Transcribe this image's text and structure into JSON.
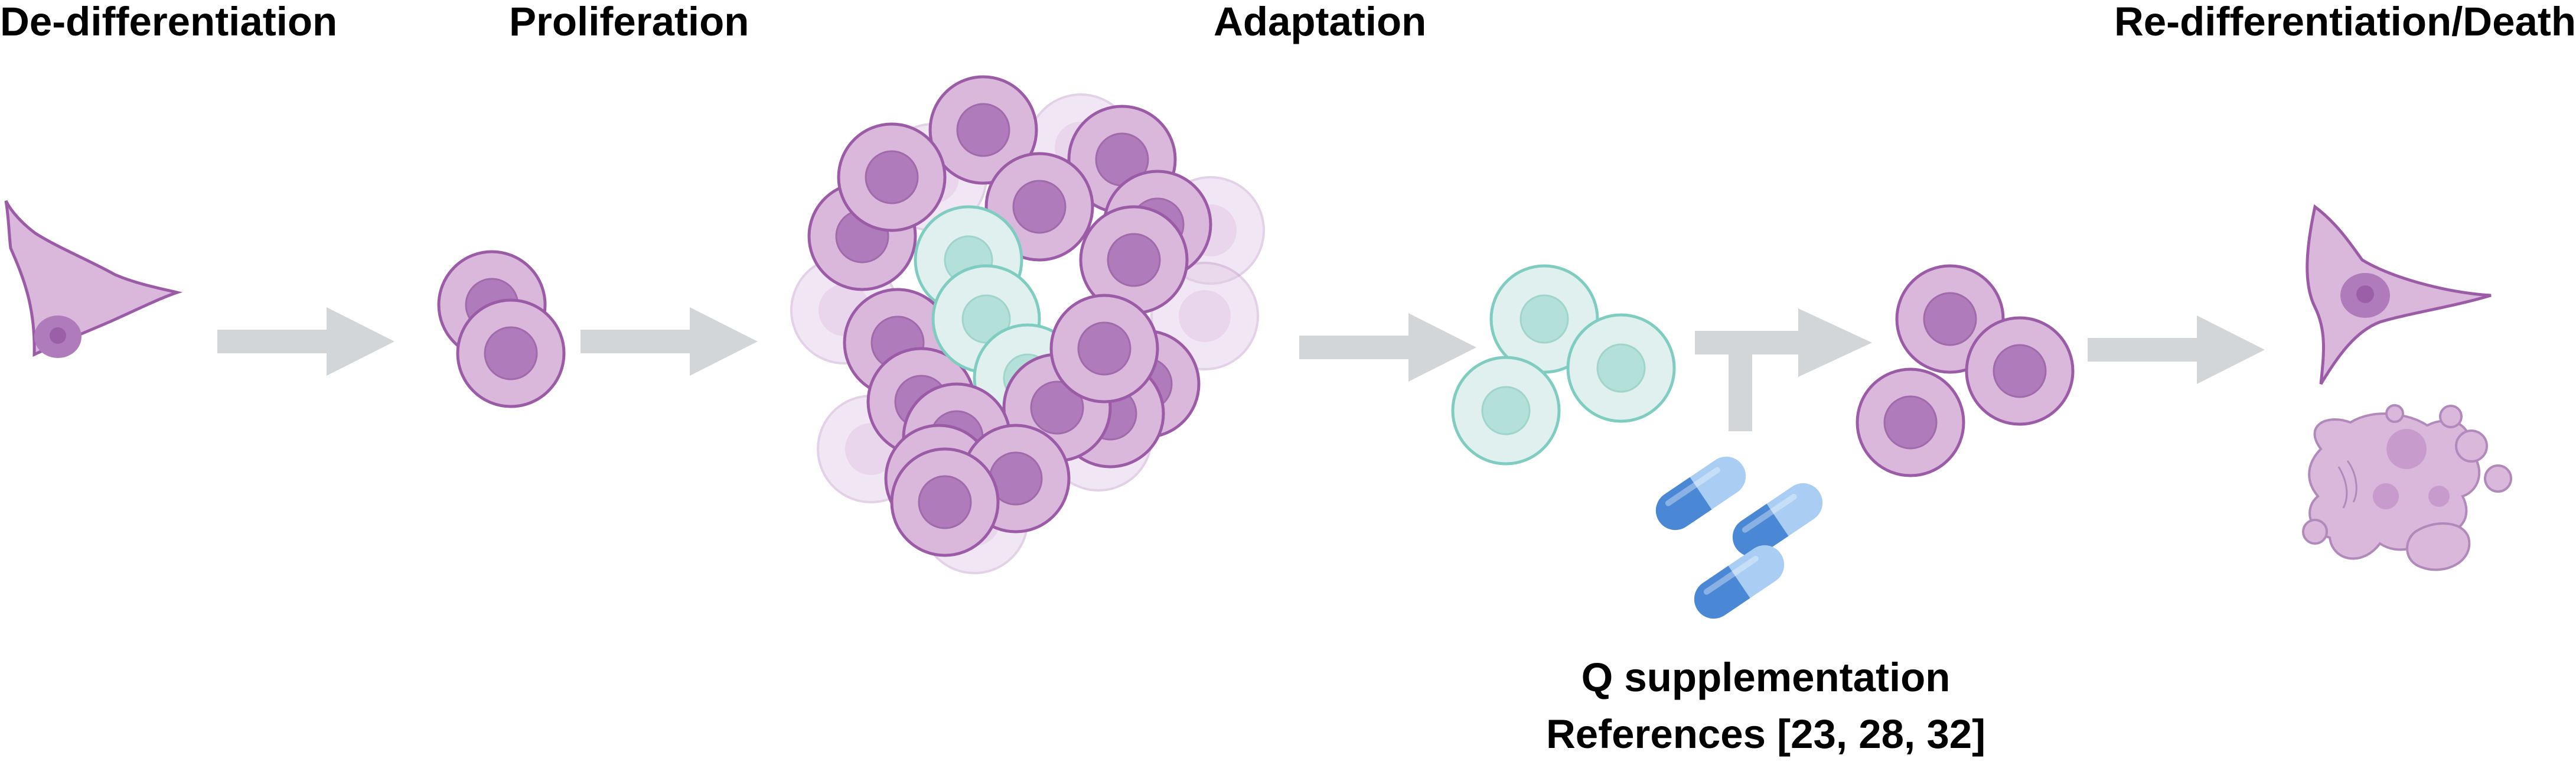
{
  "stages": {
    "dedifferentiation": "De-differentiation",
    "proliferation": "Proliferation",
    "adaptation": "Adaptation",
    "redifferentiation": "Re-differentiation/Death"
  },
  "treatment": {
    "name": "Q supplementation",
    "references": "References [23, 28, 32]"
  },
  "colors": {
    "purple_fill": "#d9b8dc",
    "purple_stroke": "#9c5ba6",
    "purple_nucleus": "#b07bbb",
    "teal_fill": "#dff0ee",
    "teal_stroke": "#7fcdc0",
    "teal_nucleus": "#b3e0d8",
    "arrow": "#d3d6d8",
    "capsule_dark": "#4a88d6",
    "capsule_light": "#a9cdf3"
  },
  "icons": [
    "differentiated-cell-icon",
    "dividing-cells-icon",
    "cell-cluster-icon",
    "adapted-cells-icon",
    "capsule-icon",
    "apoptotic-cell-icon"
  ]
}
